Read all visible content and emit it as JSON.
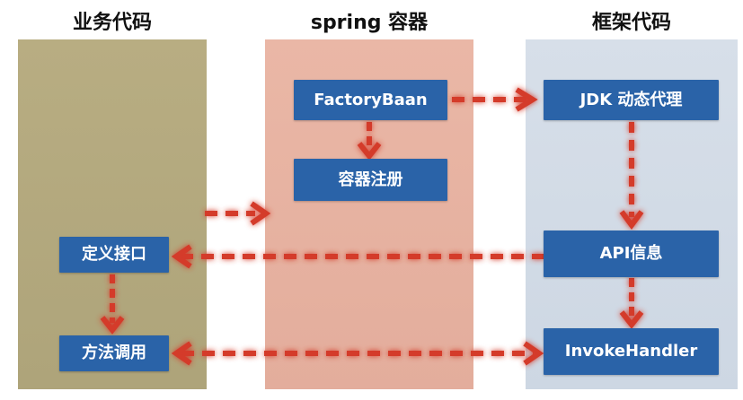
{
  "columns": {
    "business_title": "业务代码",
    "spring_title": "spring 容器",
    "framework_title": "框架代码"
  },
  "nodes": {
    "factory_bean": "FactoryBaan",
    "container_register": "容器注册",
    "jdk_proxy": "JDK 动态代理",
    "api_info": "API信息",
    "invoke_handler": "InvokeHandler",
    "define_interface": "定义接口",
    "method_call": "方法调用"
  },
  "colors": {
    "node_fill": "#2a63a8",
    "arrow": "#d43a2a",
    "arrow_glow": "#f29a8f",
    "business_panel": "#b8ad82",
    "spring_panel": "#eab7a6",
    "framework_panel": "#d7dfe9"
  }
}
